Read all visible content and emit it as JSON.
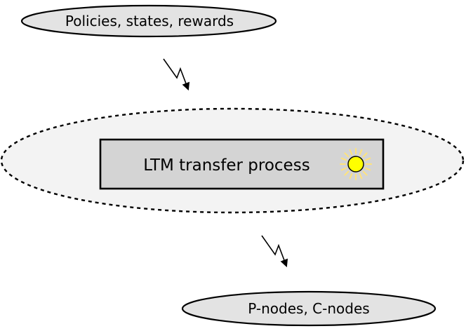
{
  "diagram": {
    "input_node": {
      "label": "Policies, states, rewards"
    },
    "process_region": {
      "process_box": {
        "label": "LTM transfer process",
        "status_icon": "sun-icon"
      }
    },
    "output_node": {
      "label": "P-nodes, C-nodes"
    },
    "connectors": [
      {
        "type": "lightning-arrow",
        "from": "input_node",
        "to": "process_region"
      },
      {
        "type": "lightning-arrow",
        "from": "process_region",
        "to": "output_node"
      }
    ]
  },
  "colors": {
    "node_fill": "#e3e3e3",
    "region_fill": "#f3f3f3",
    "process_fill": "#d4d4d4",
    "stroke": "#000000",
    "sun_fill": "#ffff00",
    "sun_rays": "#ffe37a"
  }
}
